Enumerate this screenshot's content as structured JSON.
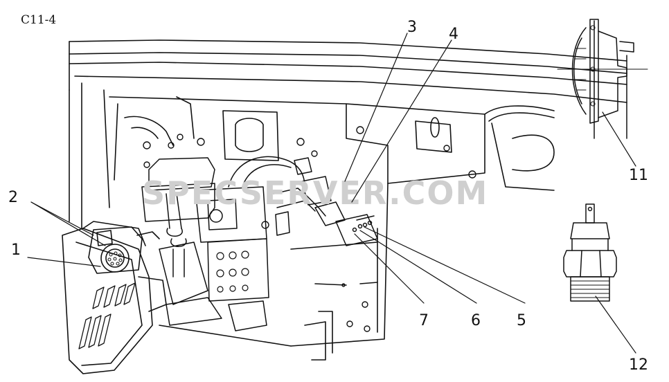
{
  "page_code": "C11-4",
  "watermark": "SPECSERVER.COM",
  "callouts": [
    "1",
    "2",
    "3",
    "4",
    "5",
    "6",
    "7",
    "11",
    "12"
  ],
  "colors": {
    "ink": "#111111",
    "watermark": "#cfcfcf",
    "background": "#ffffff"
  }
}
